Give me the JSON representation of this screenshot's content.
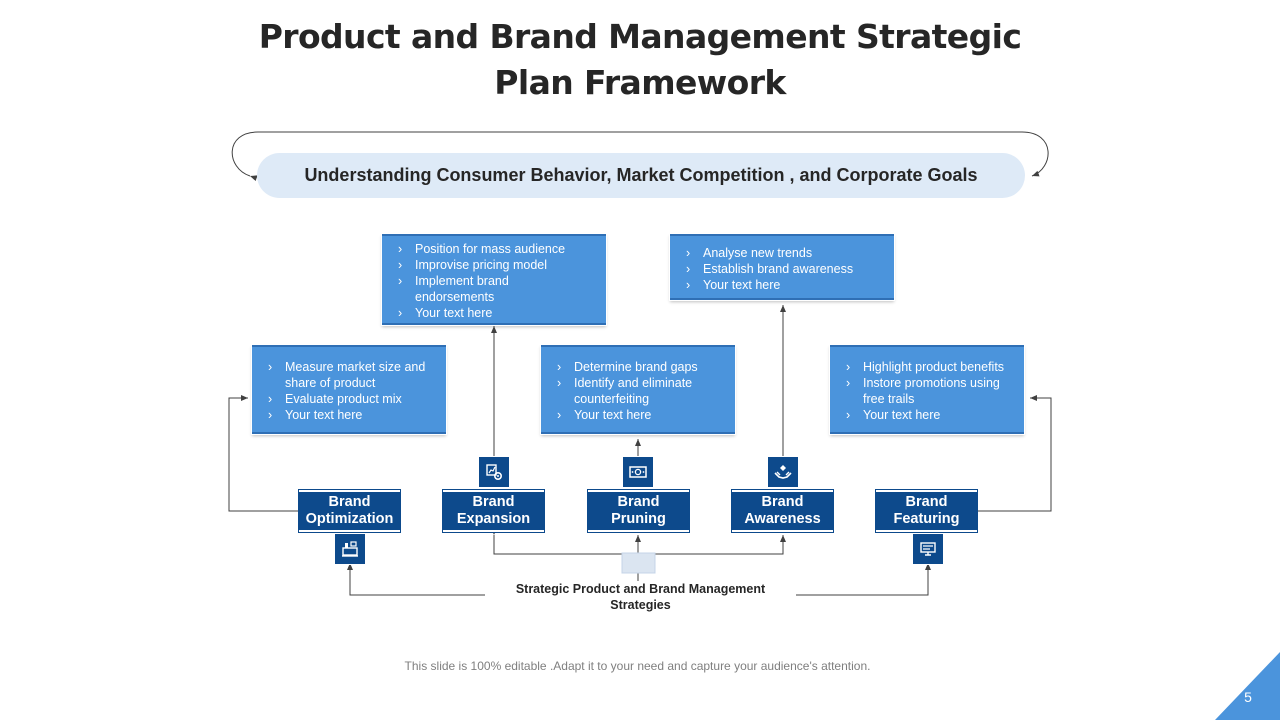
{
  "title": {
    "line1": "Product and Brand Management Strategic",
    "line2": "Plan Framework"
  },
  "banner": "Understanding Consumer Behavior, Market Competition , and Corporate Goals",
  "upper_boxes": {
    "expansion": [
      "Position for mass audience",
      "Improvise  pricing model",
      "Implement  brand endorsements",
      "Your text here"
    ],
    "awareness": [
      "Analyse new trends",
      "Establish brand awareness",
      "Your text here"
    ]
  },
  "middle_boxes": {
    "optimization": [
      "Measure market size and share of product",
      "Evaluate product mix",
      "Your text here"
    ],
    "pruning": [
      "Determine brand gaps",
      "Identify and eliminate counterfeiting",
      "Your text here"
    ],
    "featuring": [
      "Highlight product benefits",
      "Instore promotions using free trails",
      "Your text here"
    ]
  },
  "strategies": [
    {
      "line1": "Brand",
      "line2": "Optimization",
      "icon": "factory-icon"
    },
    {
      "line1": "Brand",
      "line2": "Expansion",
      "icon": "growth-gear-icon"
    },
    {
      "line1": "Brand",
      "line2": "Pruning",
      "icon": "money-icon"
    },
    {
      "line1": "Brand",
      "line2": "Awareness",
      "icon": "hand-care-icon"
    },
    {
      "line1": "Brand",
      "line2": "Featuring",
      "icon": "presentation-icon"
    }
  ],
  "center_label": "Strategic Product and Brand Management Strategies",
  "footer": "This slide is 100% editable .Adapt it to your need and capture your audience's attention.",
  "page_number": "5",
  "colors": {
    "box_blue": "#4b94dc",
    "dark_blue": "#0d4a8c",
    "banner_bg": "#deeaf7",
    "connector": "#404040"
  }
}
